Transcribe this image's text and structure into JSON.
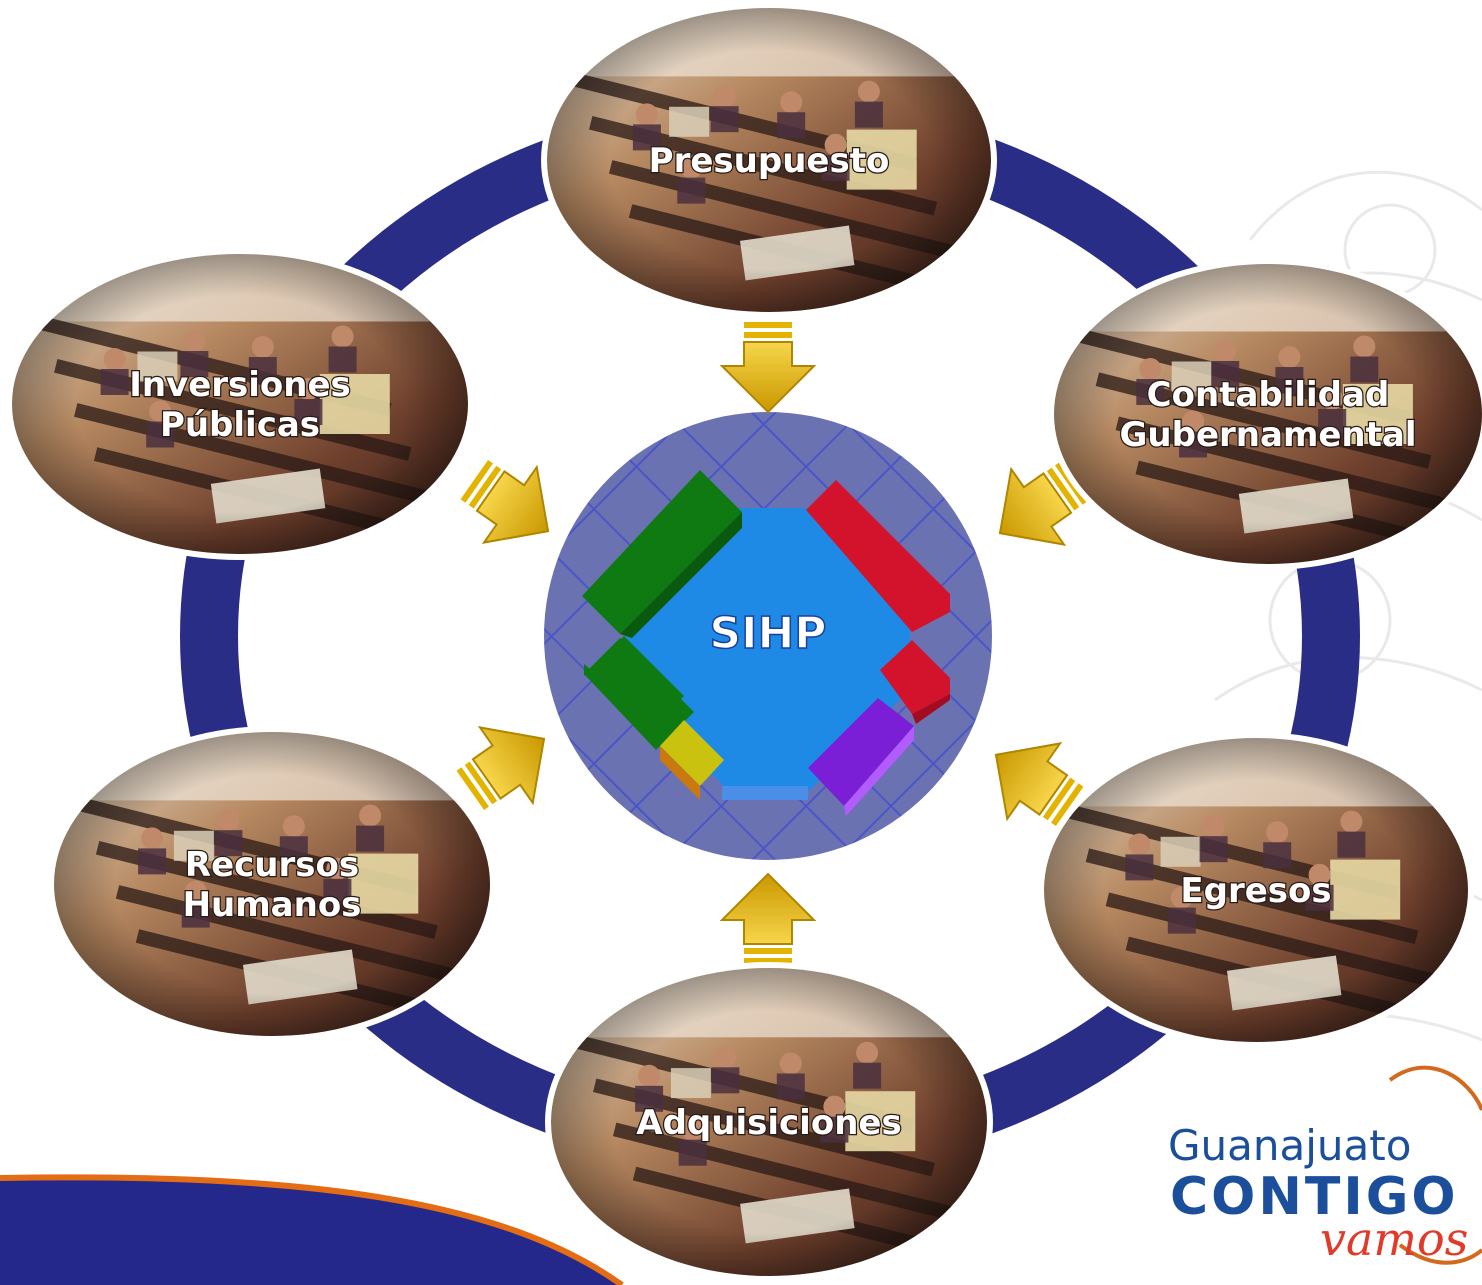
{
  "center": {
    "label": "SIHP"
  },
  "nodes": [
    {
      "id": "presupuesto",
      "lines": [
        "Presupuesto"
      ]
    },
    {
      "id": "contabilidad",
      "lines": [
        "Contabilidad",
        "Gubernamental"
      ]
    },
    {
      "id": "egresos",
      "lines": [
        "Egresos"
      ]
    },
    {
      "id": "adquisiciones",
      "lines": [
        "Adquisiciones"
      ]
    },
    {
      "id": "recursos",
      "lines": [
        "Recursos",
        "Humanos"
      ]
    },
    {
      "id": "inversiones",
      "lines": [
        "Inversiones",
        "Públicas"
      ]
    }
  ],
  "logo": {
    "line1": "Guanajuato",
    "line2": "CONTIGO",
    "line3": "vamos"
  },
  "colors": {
    "ring": "#2a2d86",
    "arrow": "#e2b400",
    "arrow_dark": "#b08600",
    "center_fill": "#1f8ae6",
    "lattice": "#5e66a8",
    "green": "#0f7a12",
    "red": "#d3122c",
    "purple": "#7a1fd6",
    "yellow": "#c9c20e",
    "banner": "#24288a",
    "banner_edge": "#e36c14",
    "text": "#ffffff"
  }
}
